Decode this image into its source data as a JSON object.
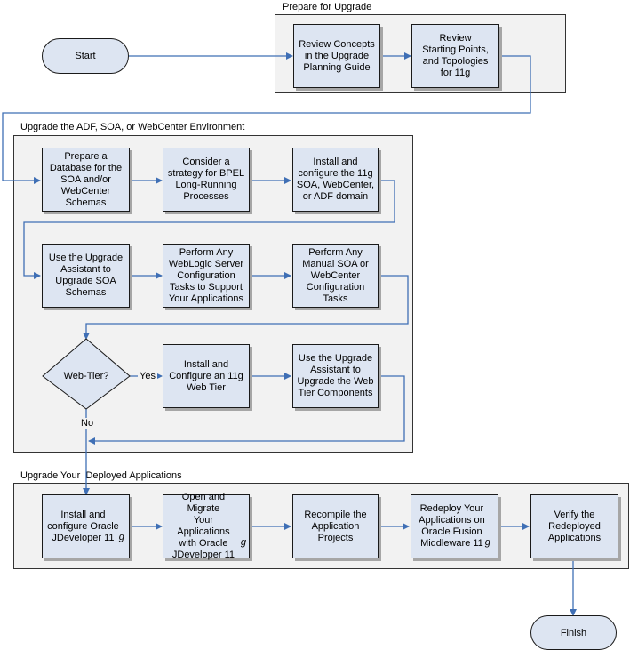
{
  "groups": {
    "prepare": "Prepare for Upgrade",
    "environment": "Upgrade the ADF, SOA, or WebCenter Environment",
    "applications": "Upgrade Your  Deployed Applications"
  },
  "terminals": {
    "start": "Start",
    "finish": "Finish"
  },
  "steps": {
    "review_concepts": "Review Concepts\nin the Upgrade\nPlanning Guide",
    "review_topologies": "Review\nStarting Points,\nand Topologies\nfor 11g",
    "prepare_db": "Prepare a\nDatabase for the\nSOA and/or\nWebCenter\nSchemas",
    "bpel_strategy": "Consider a\nstrategy for BPEL\nLong-Running\nProcesses",
    "install_domain": "Install  and\nconfigure the 11g\nSOA, WebCenter,\nor ADF domain",
    "upgrade_schemas": "Use the Upgrade\nAssistant to\nUpgrade SOA\nSchemas",
    "weblogic_tasks": "Perform Any\nWebLogic Server\nConfiguration\nTasks to Support\nYour Applications",
    "manual_tasks": "Perform Any\nManual SOA or\nWebCenter\nConfiguration\nTasks",
    "install_webtier": "Install and\nConfigure an 11g\nWeb Tier",
    "upgrade_webtier": "Use the Upgrade\nAssistant to\nUpgrade the Web\nTier Components",
    "jdev_prefix": "Install and\nconfigure Oracle\nJDeveloper 11",
    "migrate_prefix": "Open and Migrate\nYour Applications\nwith Oracle\nJDeveloper 11",
    "recompile": "Recompile the\nApplication\nProjects",
    "redeploy_prefix": "Redeploy Your\nApplications on\nOracle Fusion\nMiddleware 11",
    "verify": "Verify the\nRedeployed\nApplications",
    "italic_g": "g"
  },
  "decision": {
    "label": "Web-Tier?",
    "yes": "Yes",
    "no": "No"
  }
}
